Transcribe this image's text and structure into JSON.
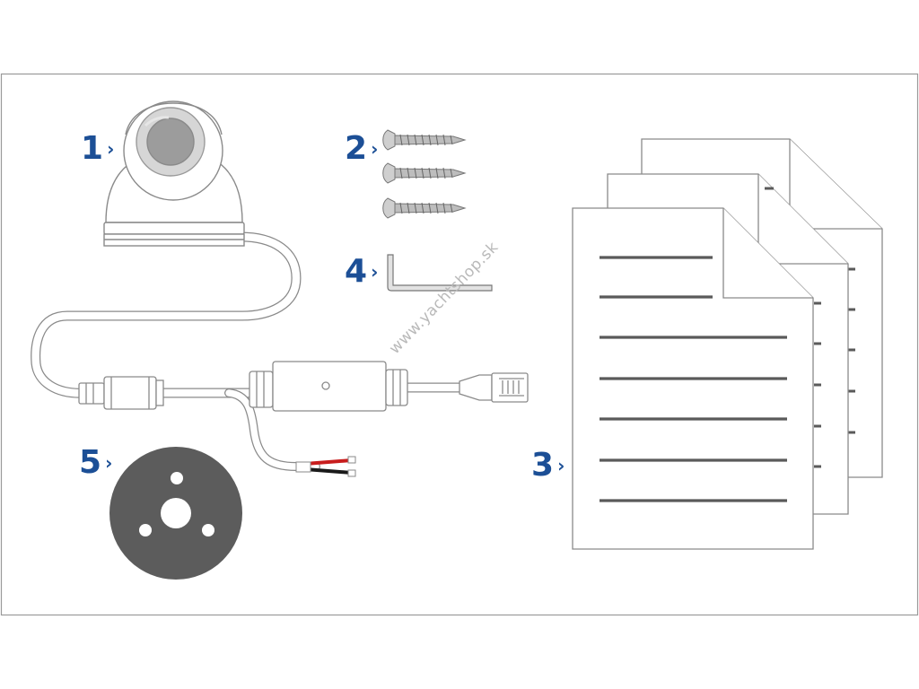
{
  "callouts": {
    "camera": {
      "number": "1",
      "arrow": "›"
    },
    "screws": {
      "number": "2",
      "arrow": "›"
    },
    "documents": {
      "number": "3",
      "arrow": "›"
    },
    "hex_key": {
      "number": "4",
      "arrow": "›"
    },
    "gasket": {
      "number": "5",
      "arrow": "›"
    }
  },
  "watermark": "www.yachtshop.sk",
  "colors": {
    "callout": "#1c4f96",
    "outline": "#8a8a8a",
    "gasket": "#5c5c5c",
    "text_line": "#5a5a5a",
    "wire_red": "#c81d1d",
    "wire_black": "#1a1a1a"
  },
  "icons": [
    "dome-camera-icon",
    "screw-icon",
    "document-icon",
    "hex-key-icon",
    "gasket-icon",
    "rj45-plug-icon"
  ]
}
